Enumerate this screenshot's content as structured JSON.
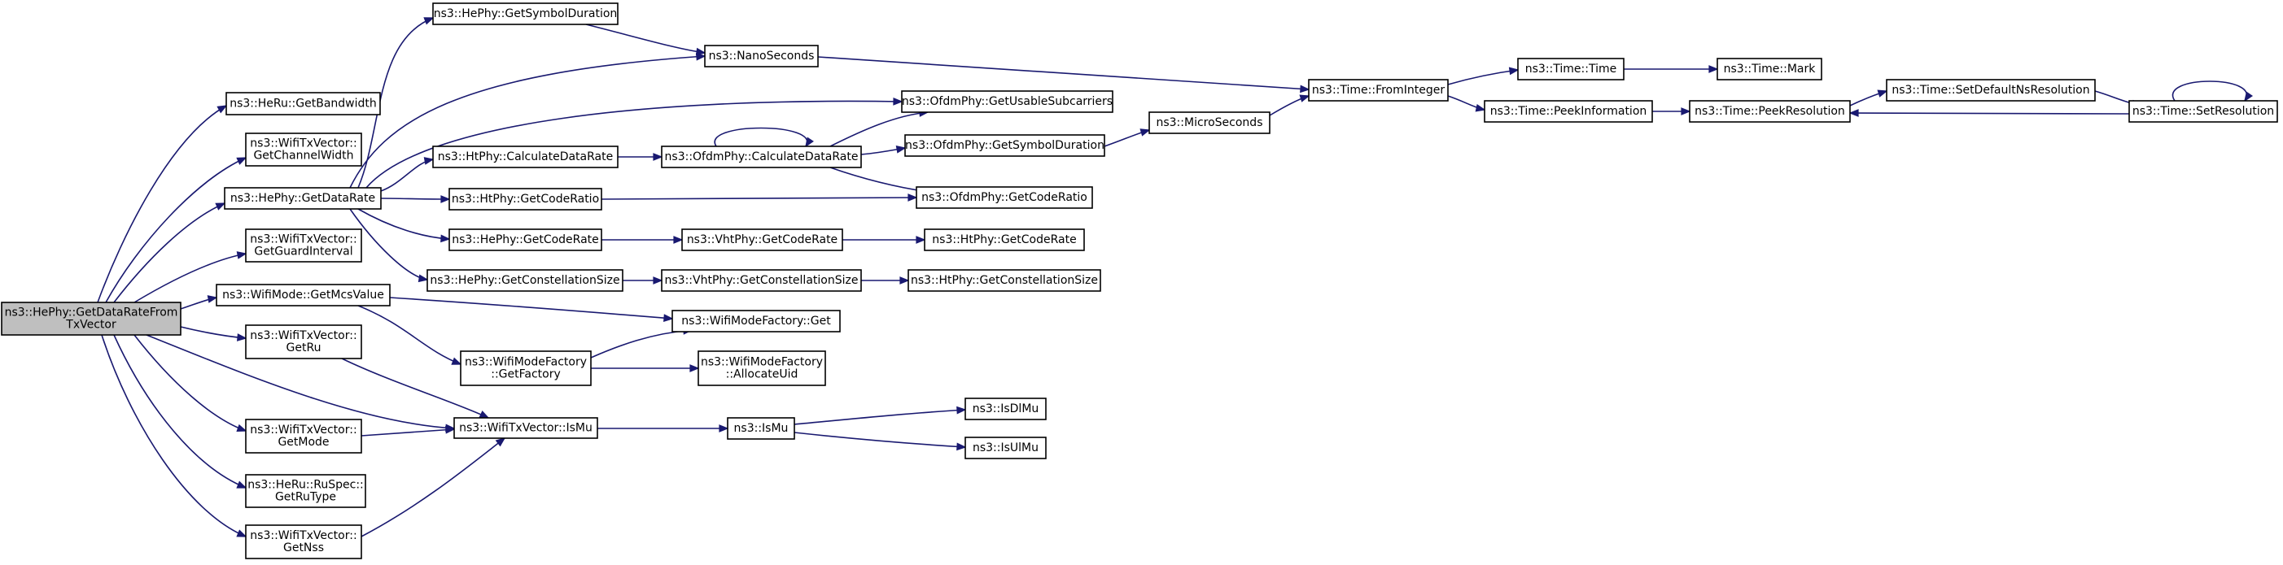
{
  "graph": {
    "caption": "",
    "colors": {
      "edge": "#191970",
      "node_fill": "#ffffff",
      "root_fill": "#bfbfbf",
      "border": "#000000"
    },
    "nodes": [
      {
        "id": "root",
        "lines": [
          "ns3::HePhy::GetDataRateFrom",
          "TxVector"
        ],
        "root": true
      },
      {
        "id": "HeRuGetBandwidth",
        "lines": [
          "ns3::HeRu::GetBandwidth"
        ]
      },
      {
        "id": "TxVecGetChannelWidth",
        "lines": [
          "ns3::WifiTxVector::",
          "GetChannelWidth"
        ]
      },
      {
        "id": "HePhyGetDataRate",
        "lines": [
          "ns3::HePhy::GetDataRate"
        ]
      },
      {
        "id": "TxVecGetGuardInterval",
        "lines": [
          "ns3::WifiTxVector::",
          "GetGuardInterval"
        ]
      },
      {
        "id": "WifiModeGetMcsValue",
        "lines": [
          "ns3::WifiMode::GetMcsValue"
        ]
      },
      {
        "id": "TxVecGetRu",
        "lines": [
          "ns3::WifiTxVector::",
          "GetRu"
        ]
      },
      {
        "id": "TxVecGetMode",
        "lines": [
          "ns3::WifiTxVector::",
          "GetMode"
        ]
      },
      {
        "id": "RuSpecGetRuType",
        "lines": [
          "ns3::HeRu::RuSpec::",
          "GetRuType"
        ]
      },
      {
        "id": "TxVecGetNss",
        "lines": [
          "ns3::WifiTxVector::",
          "GetNss"
        ]
      },
      {
        "id": "HePhyGetSymbolDuration",
        "lines": [
          "ns3::HePhy::GetSymbolDuration"
        ]
      },
      {
        "id": "HtPhyCalculateDataRate",
        "lines": [
          "ns3::HtPhy::CalculateDataRate"
        ]
      },
      {
        "id": "HtPhyGetCodeRatio",
        "lines": [
          "ns3::HtPhy::GetCodeRatio"
        ]
      },
      {
        "id": "HePhyGetCodeRate",
        "lines": [
          "ns3::HePhy::GetCodeRate"
        ]
      },
      {
        "id": "HePhyGetConstellationSize",
        "lines": [
          "ns3::HePhy::GetConstellationSize"
        ]
      },
      {
        "id": "WifiModeFactoryGetFactory",
        "lines": [
          "ns3::WifiModeFactory",
          "::GetFactory"
        ]
      },
      {
        "id": "TxVecIsMu",
        "lines": [
          "ns3::WifiTxVector::IsMu"
        ]
      },
      {
        "id": "NanoSeconds",
        "lines": [
          "ns3::NanoSeconds"
        ]
      },
      {
        "id": "OfdmPhyCalculateDataRate",
        "lines": [
          "ns3::OfdmPhy::CalculateDataRate"
        ]
      },
      {
        "id": "VhtPhyGetCodeRate",
        "lines": [
          "ns3::VhtPhy::GetCodeRate"
        ]
      },
      {
        "id": "VhtPhyGetConstellationSize",
        "lines": [
          "ns3::VhtPhy::GetConstellationSize"
        ]
      },
      {
        "id": "WifiModeFactoryGet",
        "lines": [
          "ns3::WifiModeFactory::Get"
        ]
      },
      {
        "id": "WifiModeFactoryAllocateUid",
        "lines": [
          "ns3::WifiModeFactory",
          "::AllocateUid"
        ]
      },
      {
        "id": "IsMu",
        "lines": [
          "ns3::IsMu"
        ]
      },
      {
        "id": "OfdmPhyGetUsableSubcarriers",
        "lines": [
          "ns3::OfdmPhy::GetUsableSubcarriers"
        ]
      },
      {
        "id": "OfdmPhyGetSymbolDuration",
        "lines": [
          "ns3::OfdmPhy::GetSymbolDuration"
        ]
      },
      {
        "id": "OfdmPhyGetCodeRatio",
        "lines": [
          "ns3::OfdmPhy::GetCodeRatio"
        ]
      },
      {
        "id": "HtPhyGetCodeRate",
        "lines": [
          "ns3::HtPhy::GetCodeRate"
        ]
      },
      {
        "id": "HtPhyGetConstellationSize",
        "lines": [
          "ns3::HtPhy::GetConstellationSize"
        ]
      },
      {
        "id": "IsDlMu",
        "lines": [
          "ns3::IsDlMu"
        ]
      },
      {
        "id": "IsUlMu",
        "lines": [
          "ns3::IsUlMu"
        ]
      },
      {
        "id": "MicroSeconds",
        "lines": [
          "ns3::MicroSeconds"
        ]
      },
      {
        "id": "TimeFromInteger",
        "lines": [
          "ns3::Time::FromInteger"
        ]
      },
      {
        "id": "TimeTime",
        "lines": [
          "ns3::Time::Time"
        ]
      },
      {
        "id": "TimePeekInformation",
        "lines": [
          "ns3::Time::PeekInformation"
        ]
      },
      {
        "id": "TimeMark",
        "lines": [
          "ns3::Time::Mark"
        ]
      },
      {
        "id": "TimePeekResolution",
        "lines": [
          "ns3::Time::PeekResolution"
        ]
      },
      {
        "id": "TimeSetDefaultNsResolution",
        "lines": [
          "ns3::Time::SetDefaultNsResolution"
        ]
      },
      {
        "id": "TimeSetResolution",
        "lines": [
          "ns3::Time::SetResolution"
        ]
      }
    ],
    "edges": [
      [
        "root",
        "HeRuGetBandwidth"
      ],
      [
        "root",
        "TxVecGetChannelWidth"
      ],
      [
        "root",
        "HePhyGetDataRate"
      ],
      [
        "root",
        "TxVecGetGuardInterval"
      ],
      [
        "root",
        "WifiModeGetMcsValue"
      ],
      [
        "root",
        "TxVecGetRu"
      ],
      [
        "root",
        "TxVecGetMode"
      ],
      [
        "root",
        "RuSpecGetRuType"
      ],
      [
        "root",
        "TxVecGetNss"
      ],
      [
        "root",
        "TxVecIsMu"
      ],
      [
        "HePhyGetDataRate",
        "HePhyGetSymbolDuration"
      ],
      [
        "HePhyGetDataRate",
        "NanoSeconds"
      ],
      [
        "HePhyGetDataRate",
        "OfdmPhyGetUsableSubcarriers"
      ],
      [
        "HePhyGetDataRate",
        "HtPhyCalculateDataRate"
      ],
      [
        "HePhyGetDataRate",
        "HtPhyGetCodeRatio"
      ],
      [
        "HePhyGetDataRate",
        "HePhyGetCodeRate"
      ],
      [
        "HePhyGetDataRate",
        "HePhyGetConstellationSize"
      ],
      [
        "HePhyGetSymbolDuration",
        "NanoSeconds"
      ],
      [
        "NanoSeconds",
        "TimeFromInteger"
      ],
      [
        "HtPhyCalculateDataRate",
        "OfdmPhyCalculateDataRate"
      ],
      [
        "OfdmPhyCalculateDataRate",
        "OfdmPhyCalculateDataRate"
      ],
      [
        "OfdmPhyCalculateDataRate",
        "OfdmPhyGetUsableSubcarriers"
      ],
      [
        "OfdmPhyCalculateDataRate",
        "OfdmPhyGetSymbolDuration"
      ],
      [
        "OfdmPhyCalculateDataRate",
        "OfdmPhyGetCodeRatio"
      ],
      [
        "OfdmPhyGetSymbolDuration",
        "MicroSeconds"
      ],
      [
        "MicroSeconds",
        "TimeFromInteger"
      ],
      [
        "HtPhyGetCodeRatio",
        "OfdmPhyGetCodeRatio"
      ],
      [
        "HePhyGetCodeRate",
        "VhtPhyGetCodeRate"
      ],
      [
        "VhtPhyGetCodeRate",
        "HtPhyGetCodeRate"
      ],
      [
        "HePhyGetConstellationSize",
        "VhtPhyGetConstellationSize"
      ],
      [
        "VhtPhyGetConstellationSize",
        "HtPhyGetConstellationSize"
      ],
      [
        "WifiModeGetMcsValue",
        "WifiModeFactoryGet"
      ],
      [
        "WifiModeGetMcsValue",
        "WifiModeFactoryGetFactory"
      ],
      [
        "WifiModeFactoryGetFactory",
        "WifiModeFactoryGet"
      ],
      [
        "WifiModeFactoryGetFactory",
        "WifiModeFactoryAllocateUid"
      ],
      [
        "TxVecGetRu",
        "TxVecIsMu"
      ],
      [
        "TxVecGetMode",
        "TxVecIsMu"
      ],
      [
        "TxVecGetNss",
        "TxVecIsMu"
      ],
      [
        "TxVecIsMu",
        "IsMu"
      ],
      [
        "IsMu",
        "IsDlMu"
      ],
      [
        "IsMu",
        "IsUlMu"
      ],
      [
        "TimeFromInteger",
        "TimeTime"
      ],
      [
        "TimeFromInteger",
        "TimePeekInformation"
      ],
      [
        "TimeTime",
        "TimeMark"
      ],
      [
        "TimePeekInformation",
        "TimePeekResolution"
      ],
      [
        "TimePeekResolution",
        "TimeSetDefaultNsResolution"
      ],
      [
        "TimeSetDefaultNsResolution",
        "TimeSetResolution"
      ],
      [
        "TimeSetResolution",
        "TimePeekResolution"
      ],
      [
        "TimeSetResolution",
        "TimeSetResolution"
      ]
    ]
  }
}
